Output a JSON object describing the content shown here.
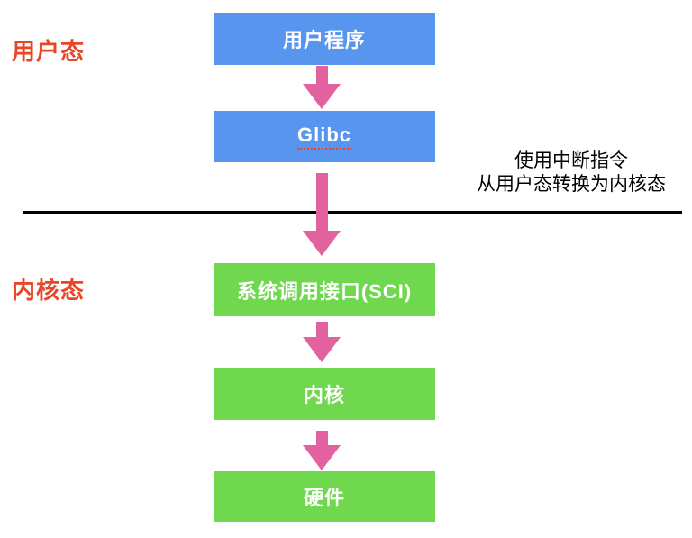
{
  "labels": {
    "user_mode": "用户态",
    "kernel_mode": "内核态"
  },
  "boxes": [
    {
      "id": "user-program",
      "label": "用户程序",
      "color": "#5895EF"
    },
    {
      "id": "glibc",
      "label": "Glibc",
      "color": "#5895EF",
      "spellcheck_underline": true
    },
    {
      "id": "sci",
      "label": "系统调用接口(SCI)",
      "color": "#6FD84E"
    },
    {
      "id": "kernel",
      "label": "内核",
      "color": "#6FD84E"
    },
    {
      "id": "hardware",
      "label": "硬件",
      "color": "#6FD84E"
    }
  ],
  "annotation": {
    "line1": "使用中断指令",
    "line2": "从用户态转换为内核态"
  },
  "icons": {
    "arrow": "arrow-down-icon"
  },
  "colors": {
    "box_blue": "#5895EF",
    "box_green": "#6FD84E",
    "arrow_pink": "#E2619F",
    "mode_label_red": "#E84727",
    "divider_black": "#000000",
    "box_text_white": "#FFFFFF"
  }
}
